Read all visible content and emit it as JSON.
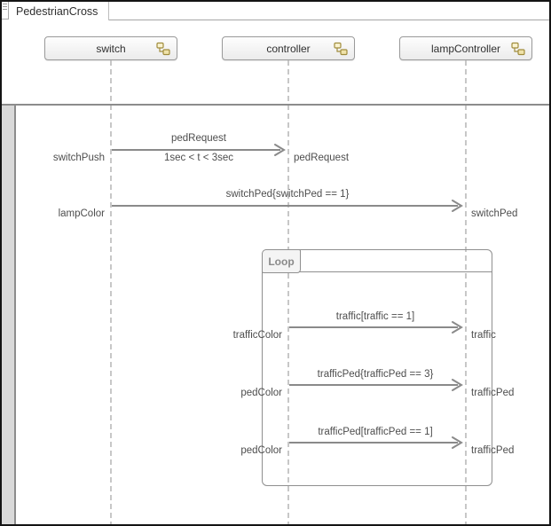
{
  "window": {
    "tab_title": "PedestrianCross"
  },
  "lifelines": [
    {
      "label": "switch",
      "icon": "component-icon"
    },
    {
      "label": "controller",
      "icon": "component-icon"
    },
    {
      "label": "lampController",
      "icon": "component-icon"
    }
  ],
  "fragment": {
    "label": "Loop"
  },
  "messages": [
    {
      "from": "switch",
      "to": "controller",
      "label": "pedRequest",
      "condition": "1sec < t < 3sec",
      "sender_label": "switchPush",
      "receiver_label": "pedRequest"
    },
    {
      "from": "switch",
      "to": "lampController",
      "label": "switchPed{switchPed == 1}",
      "sender_label": "lampColor",
      "receiver_label": "switchPed"
    },
    {
      "from": "controller",
      "to": "lampController",
      "label": "traffic[traffic == 1]",
      "sender_label": "trafficColor",
      "receiver_label": "traffic",
      "fragment": "Loop"
    },
    {
      "from": "controller",
      "to": "lampController",
      "label": "trafficPed{trafficPed == 3}",
      "sender_label": "pedColor",
      "receiver_label": "trafficPed",
      "fragment": "Loop"
    },
    {
      "from": "controller",
      "to": "lampController",
      "label": "trafficPed[trafficPed == 1]",
      "sender_label": "pedColor",
      "receiver_label": "trafficPed",
      "fragment": "Loop"
    }
  ],
  "colors": {
    "arrow": "#8a8a8a",
    "lifeline_dash": "#c7c7c7",
    "divider": "#8c8c8c",
    "gutter": "#d9d9d9",
    "fragment_border": "#8f8f8f",
    "header_border": "#9a9a9a",
    "icon_fill": "#efe2a9",
    "icon_stroke": "#a08c3c",
    "message_text": "#4d4d4d"
  }
}
